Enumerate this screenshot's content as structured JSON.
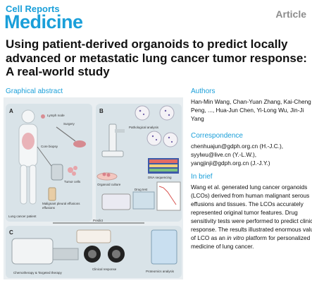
{
  "journal": {
    "small": "Cell Reports",
    "big": "Medicine",
    "type": "Article"
  },
  "title": "Using patient-derived organoids to predict locally advanced or metastatic lung cancer tumor response: A real-world study",
  "graphical_abstract": {
    "heading": "Graphical abstract",
    "labels": {
      "panel_a": "A",
      "panel_b": "B",
      "panel_c": "C",
      "lymph_node": "Lymph node",
      "surgery": "Surgery",
      "core_biopsy": "Core biopsy",
      "tumor_cells": "Tumor cells",
      "organoid_culture": "Organoid culture",
      "malignant": "Malignant pleural effusions",
      "patient": "Lung cancer patient",
      "pathological": "Pathological analysis",
      "dna": "DNA sequencing",
      "drug_test": "Drug test",
      "predict": "Predict",
      "chemo": "Chemotherapy & Targeted therapy",
      "clinical": "Clinical response",
      "proteomics": "Proteomics analysis"
    }
  },
  "authors": {
    "heading": "Authors",
    "text": "Han-Min Wang, Chan-Yuan Zhang, Kai-Cheng Peng, ..., Hua-Jun Chen, Yi-Long Wu, Jin-Ji Yang"
  },
  "correspondence": {
    "heading": "Correspondence",
    "emails": [
      "chenhuajun@gdph.org.cn (H.-J.C.),",
      "syylwu@live.cn (Y.-L.W.),",
      "yangjinji@gdph.org.cn (J.-J.Y.)"
    ]
  },
  "in_brief": {
    "heading": "In brief",
    "text_before": "Wang et al. generated lung cancer organoids (LCOs) derived from human malignant serous effusions and tissues. The LCOs accurately represented original tumor features. Drug sensitivity tests were performed to predict clinical response. The results illustrated enormous value of LCO as an ",
    "italic": "in vitro",
    "text_after": " platform for personalized medicine of lung cancer."
  }
}
